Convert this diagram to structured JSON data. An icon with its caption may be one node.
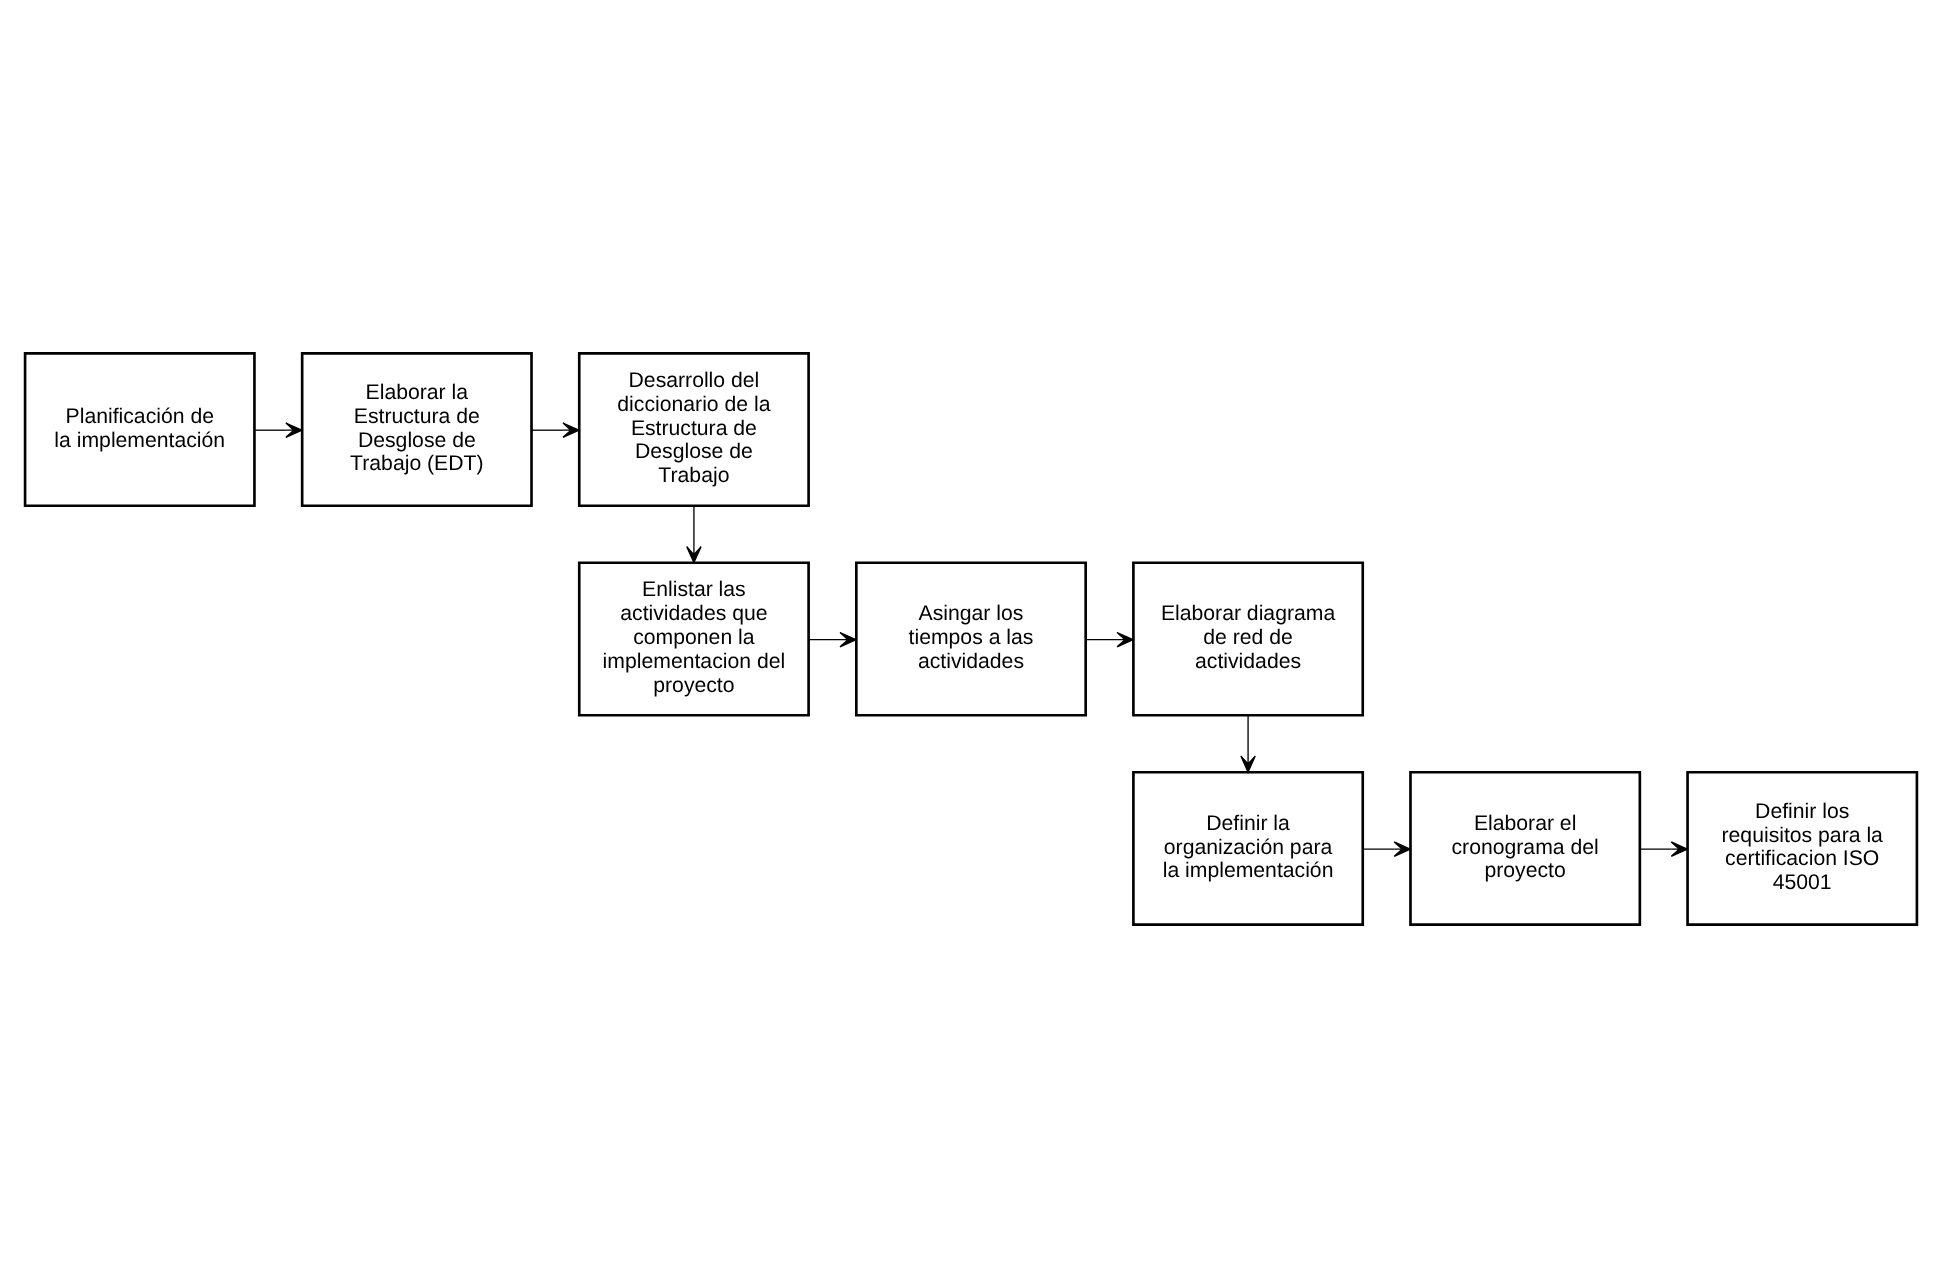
{
  "diagram": {
    "nodes": [
      {
        "text": [
          "Planificación de la implementación"
        ]
      },
      {
        "text": [
          "Elaborar la Estructura de Desglose de Trabajo (EDT)"
        ]
      },
      {
        "text": [
          "Desarrollo del diccionario de la Estructura de Desglose de Trabajo"
        ]
      },
      {
        "text": [
          "Enlistar las actividades que componen la implementacion del proyecto"
        ]
      },
      {
        "text": [
          "Asingar los tiempos a las actividades"
        ]
      },
      {
        "text": [
          "Elaborar diagrama de red de actividades"
        ]
      },
      {
        "text": [
          "Definir la organización para la implementación"
        ]
      },
      {
        "text": [
          "Elaborar el cronograma del proyecto"
        ]
      },
      {
        "text": [
          "Definir los requisitos para la certificacion ISO 45001"
        ]
      }
    ],
    "edges": [
      {
        "from": 0,
        "to": 1,
        "arrow": "to"
      },
      {
        "from": 1,
        "to": 2,
        "arrow": "to"
      },
      {
        "from": 2,
        "to": 3,
        "arrow": "to"
      },
      {
        "from": 3,
        "to": 4,
        "arrow": "to"
      },
      {
        "from": 4,
        "to": 5,
        "arrow": "to"
      },
      {
        "from": 5,
        "to": 6,
        "arrow": "to"
      },
      {
        "from": 6,
        "to": 7,
        "arrow": "to"
      },
      {
        "from": 7,
        "to": 8,
        "arrow": "to"
      }
    ]
  }
}
